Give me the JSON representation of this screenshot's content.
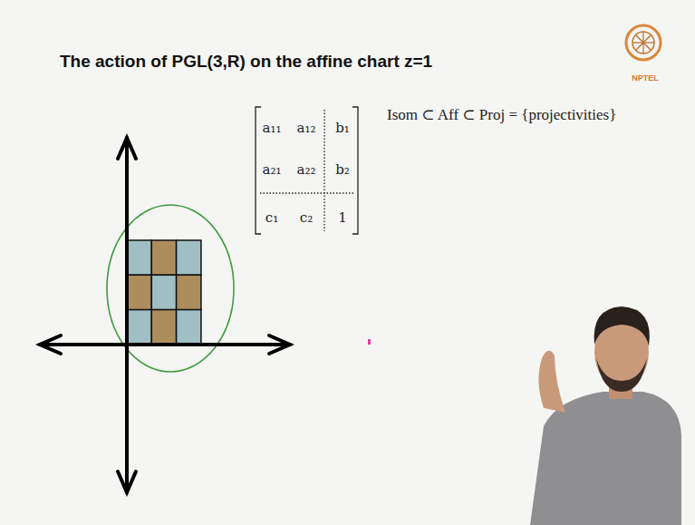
{
  "diagram": {
    "title": "The action of PGL(3,R) on the affine chart z=1",
    "labels": [
      "a₁₁",
      "a₁₂",
      "b₁",
      "a₂₁",
      "a₂₂",
      "b₂",
      "c₁",
      "c₂",
      "1",
      "Isom ⊂ Aff ⊂ Proj = {projectivities}",
      "NPTEL"
    ]
  }
}
